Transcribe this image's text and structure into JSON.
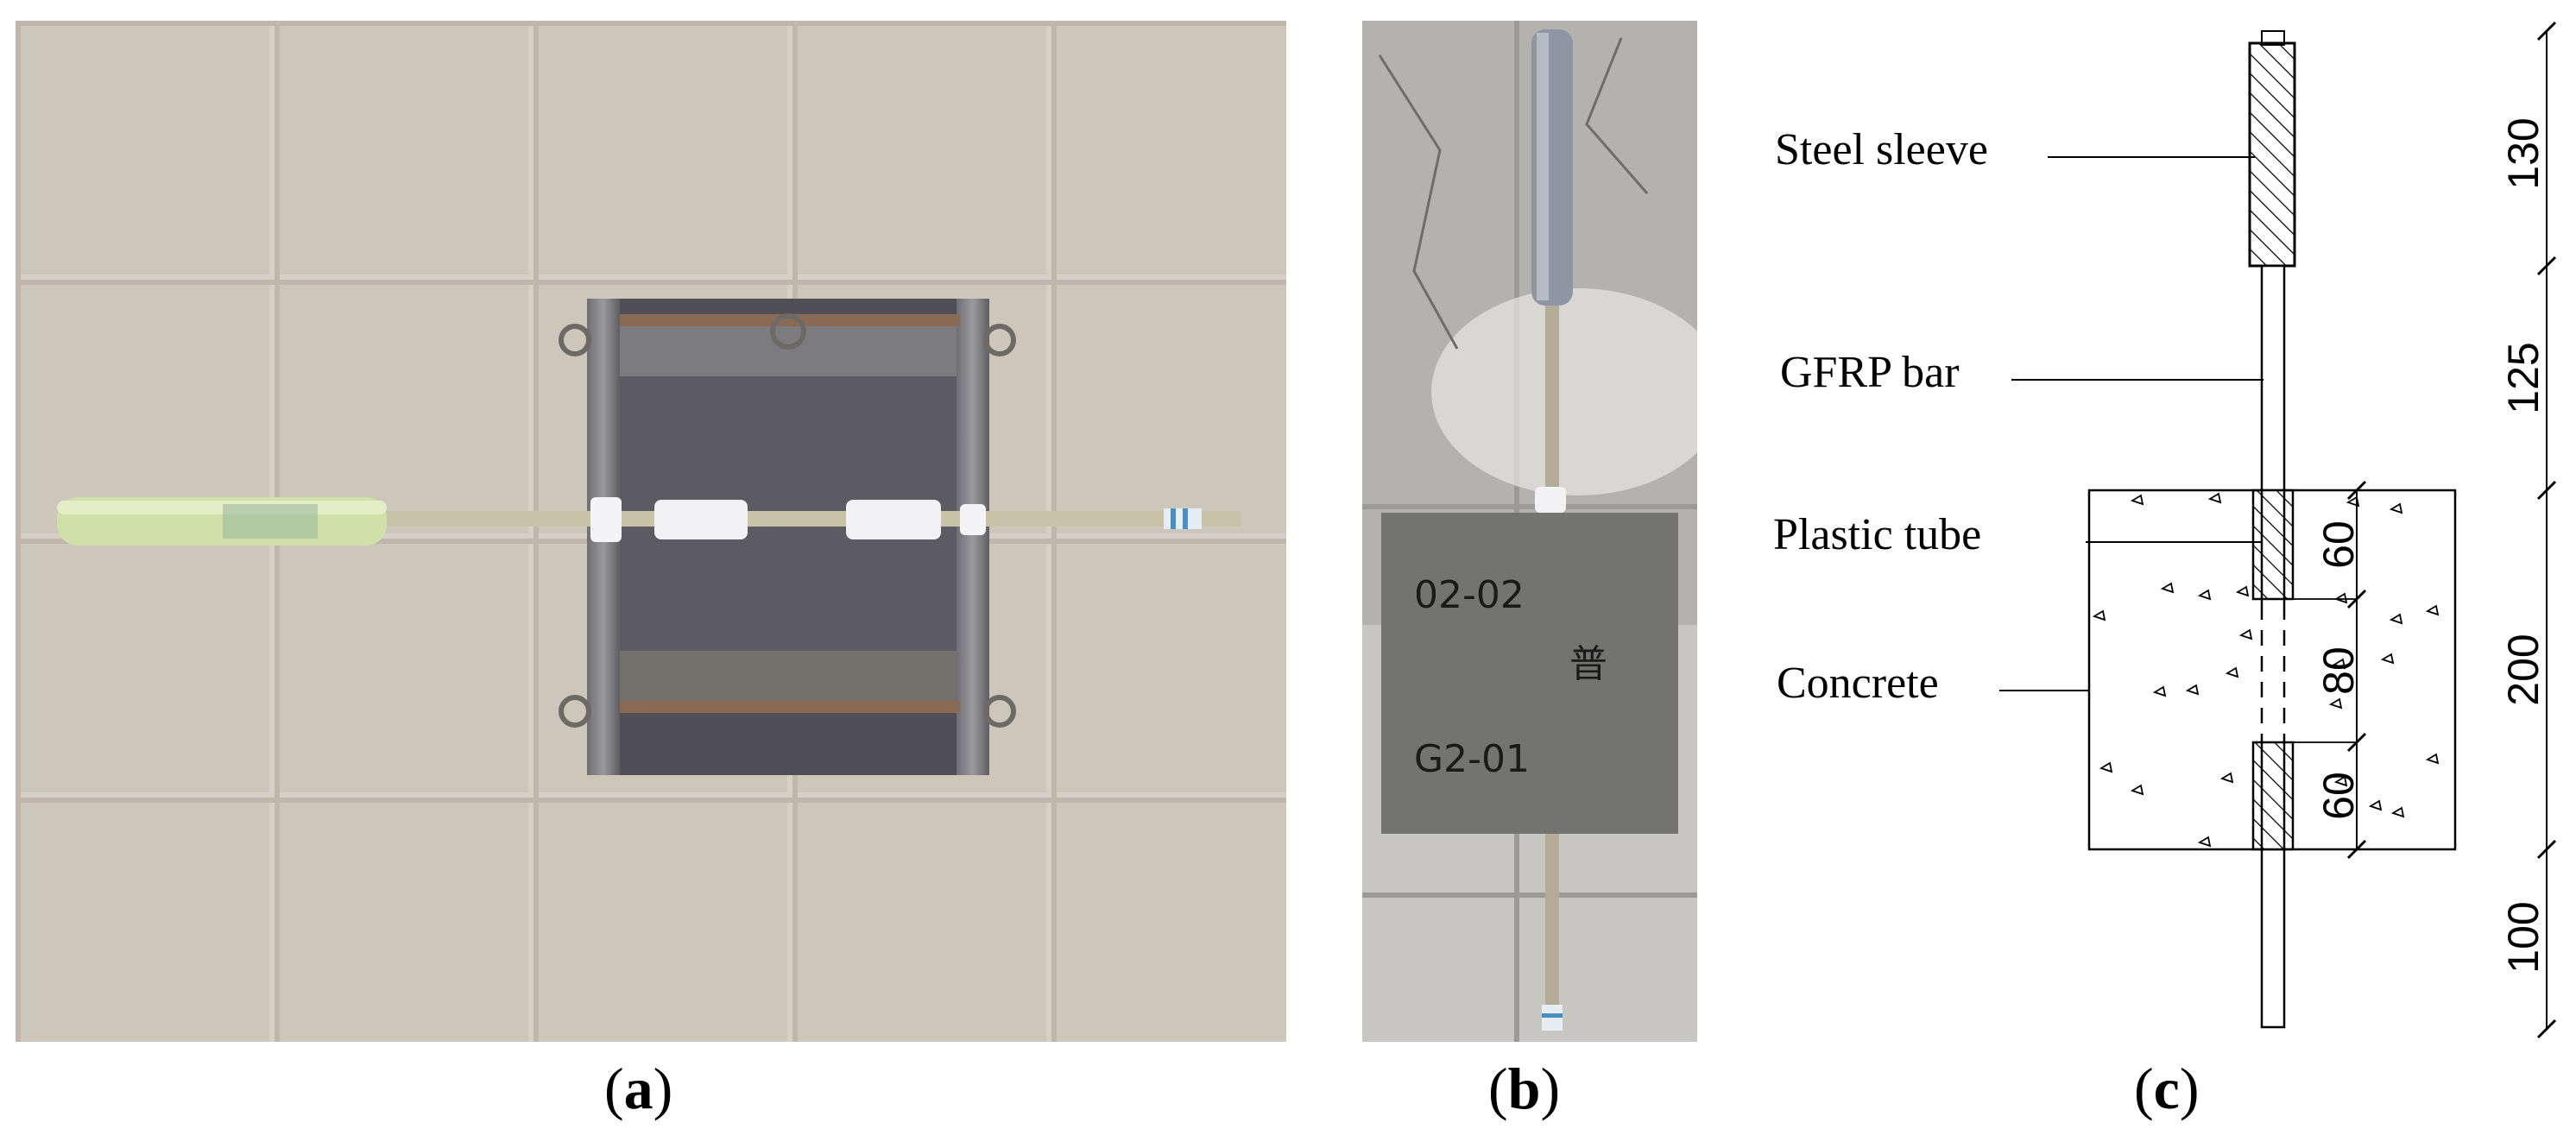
{
  "captions": {
    "a": "a",
    "b": "b",
    "c": "c"
  },
  "diagram": {
    "labels": {
      "steel_sleeve": "Steel sleeve",
      "gfrp_bar": "GFRP bar",
      "plastic_tube": "Plastic tube",
      "concrete": "Concrete"
    },
    "inner_dims": {
      "top": "60",
      "middle": "80",
      "bottom": "60"
    },
    "outer_dims": {
      "d1": "130",
      "d2": "125",
      "d3": "200",
      "d4": "100"
    }
  },
  "photo_b": {
    "marking_top": "02-02",
    "marking_char": "普",
    "marking_bottom": "G2-01"
  }
}
